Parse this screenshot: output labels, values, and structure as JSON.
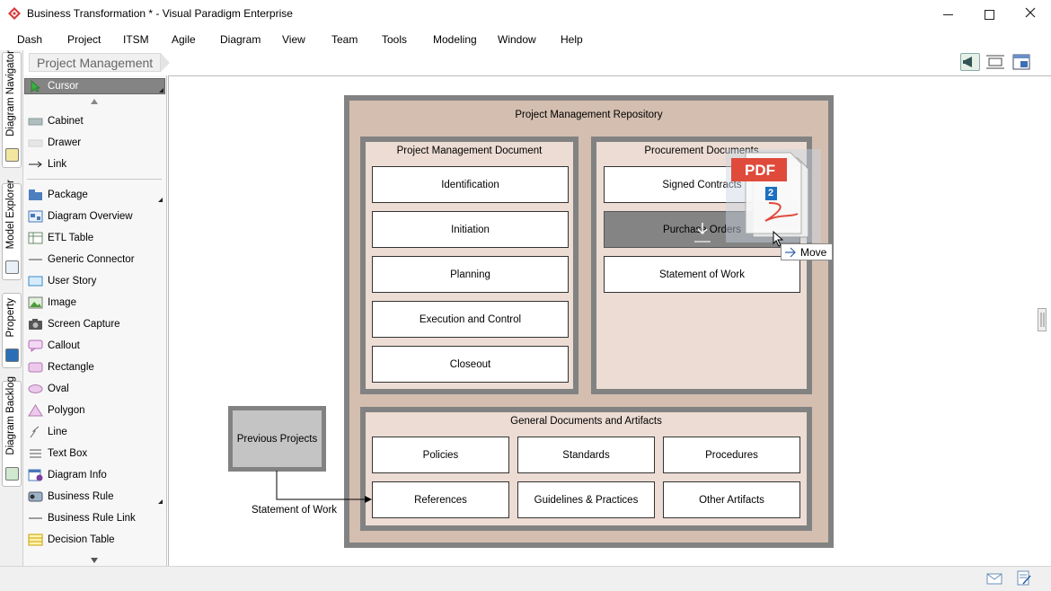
{
  "window": {
    "title": "Business Transformation * - Visual Paradigm Enterprise",
    "minimize_icon": "minimize-icon",
    "maximize_icon": "maximize-icon",
    "close_icon": "close-icon"
  },
  "menu": [
    "Dash",
    "Project",
    "ITSM",
    "Agile",
    "Diagram",
    "View",
    "Team",
    "Tools",
    "Modeling",
    "Window",
    "Help"
  ],
  "side_tabs": [
    "Diagram Navigator",
    "Model Explorer",
    "Property",
    "Diagram Backlog"
  ],
  "breadcrumb": "Project Management",
  "palette": {
    "cursor": "Cursor",
    "group1": [
      "Cabinet",
      "Drawer",
      "Link"
    ],
    "group2": [
      "Package",
      "Diagram Overview",
      "ETL Table",
      "Generic Connector",
      "User Story",
      "Image",
      "Screen Capture",
      "Callout",
      "Rectangle",
      "Oval",
      "Polygon",
      "Line",
      "Text Box",
      "Diagram Info",
      "Business Rule",
      "Business Rule Link",
      "Decision Table"
    ]
  },
  "diagram": {
    "repository_title": "Project Management Repository",
    "pm_document": {
      "title": "Project Management Document",
      "items": [
        "Identification",
        "Initiation",
        "Planning",
        "Execution and Control",
        "Closeout"
      ]
    },
    "procurement": {
      "title": "Procurement Documents",
      "items": [
        "Signed Contracts",
        "Purchase Orders",
        "Statement of Work"
      ]
    },
    "general": {
      "title": "General Documents and Artifacts",
      "row1": [
        "Policies",
        "Standards",
        "Procedures"
      ],
      "row2": [
        "References",
        "Guidelines & Practices",
        "Other Artifacts"
      ]
    },
    "previous_projects": "Previous Projects",
    "connector_label": "Statement of Work"
  },
  "drag": {
    "pdf_label": "PDF",
    "badge": "2",
    "tooltip": "Move"
  },
  "colors": {
    "package_fill": "#d3beaf",
    "inner_fill": "#ecdcd3",
    "border_gray": "#828282",
    "pdf_red": "#e04a3b",
    "selected_gray": "#848484"
  }
}
